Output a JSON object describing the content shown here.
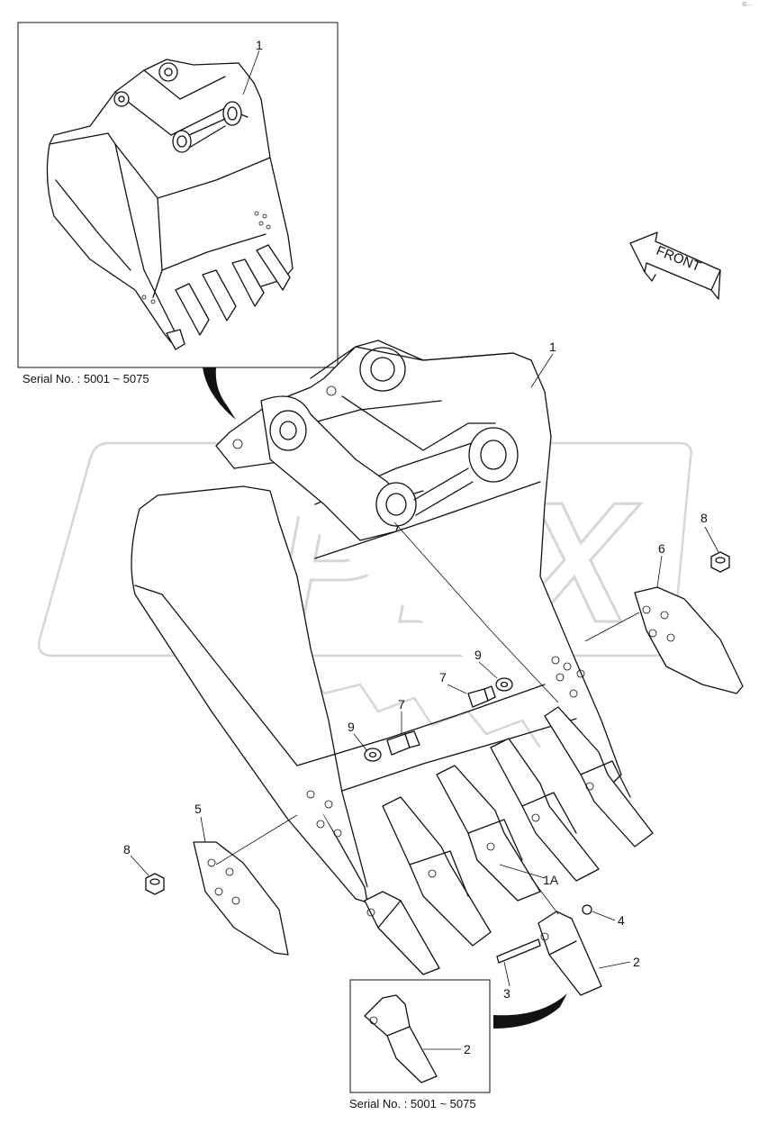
{
  "corner_mark": "©···",
  "front_label": "FRONT",
  "watermark": "OPEX",
  "inset_top": {
    "serial": "Serial No. : 5001 ~ 5075",
    "callout": "1"
  },
  "inset_bottom": {
    "serial": "Serial No. : 5001 ~ 5075",
    "callout": "2"
  },
  "callouts": {
    "c1": "1",
    "c1A": "1A",
    "c2": "2",
    "c3": "3",
    "c4": "4",
    "c5": "5",
    "c6": "6",
    "c7a": "7",
    "c7b": "7",
    "c8a": "8",
    "c8b": "8",
    "c9a": "9",
    "c9b": "9"
  },
  "colors": {
    "line": "#111111",
    "watermark": "#d8d8d8",
    "background": "#ffffff"
  }
}
